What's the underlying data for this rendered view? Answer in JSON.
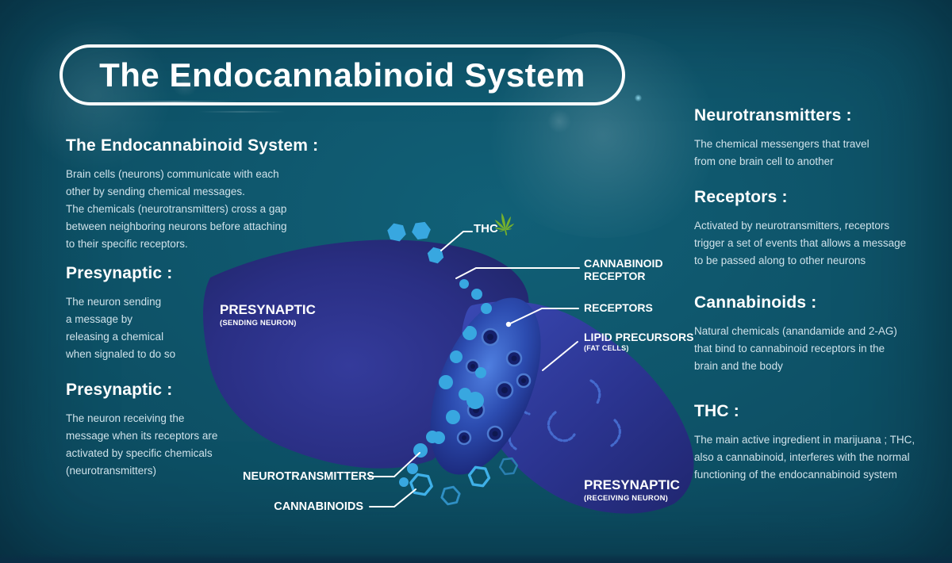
{
  "title": "The Endocannabinoid System",
  "left_column": {
    "sections": [
      {
        "heading": "The Endocannabinoid System :",
        "lines": [
          "Brain cells (neurons) communicate with each",
          "other by sending chemical messages.",
          "The chemicals (neurotransmitters) cross a gap",
          "between neighboring neurons before attaching",
          "to their specific receptors."
        ]
      },
      {
        "heading": "Presynaptic :",
        "lines": [
          "The neuron sending",
          "a message by",
          "releasing a chemical",
          "when signaled to do so"
        ]
      },
      {
        "heading": "Presynaptic :",
        "lines": [
          "The neuron  receiving the",
          "message when its receptors are",
          "activated by specific chemicals",
          "(neurotransmitters)"
        ]
      }
    ]
  },
  "right_column": {
    "sections": [
      {
        "heading": "Neurotransmitters :",
        "lines": [
          "The chemical messengers that travel",
          "from one brain cell to another"
        ]
      },
      {
        "heading": "Receptors :",
        "lines": [
          "Activated by neurotransmitters, receptors",
          "trigger a set of events that allows a message",
          "to be passed along to other neurons"
        ]
      },
      {
        "heading": "Cannabinoids :",
        "lines": [
          "Natural chemicals (anandamide and 2-AG)",
          "that bind to cannabinoid receptors in the",
          "brain and the body"
        ]
      },
      {
        "heading": "THC :",
        "lines": [
          "The main active ingredient in marijuana ; THC,",
          "also a cannabinoid, interferes with the normal",
          "functioning of the endocannabinoid system"
        ]
      }
    ]
  },
  "diagram": {
    "labels": {
      "thc": "THC",
      "cannabinoid_receptor_line1": "CANNABINOID",
      "cannabinoid_receptor_line2": "RECEPTOR",
      "receptors": "RECEPTORS",
      "lipid_precursors": "LIPID PRECURSORS",
      "lipid_precursors_sub": "(FAT CELLS)",
      "neurotransmitters": "NEUROTRANSMITTERS",
      "cannabinoids": "CANNABINOIDS",
      "presynaptic_sending": "PRESYNAPTIC",
      "presynaptic_sending_sub": "(SENDING NEURON)",
      "presynaptic_receiving": "PRESYNAPTIC",
      "presynaptic_receiving_sub": "(RECEIVING NEURON)"
    },
    "icons": {
      "thc_leaf": "cannabis-leaf-icon"
    }
  },
  "colors": {
    "background_teal": "#0d4f64",
    "neuron_navy": "#272c78",
    "synapse_blue": "#2f55b5",
    "molecule_blue": "#38a7e0",
    "squiggle_blue": "#4a74d8",
    "leaf_green": "#76b12c",
    "heading_text": "#ffffff",
    "body_text": "#cfe2ea"
  }
}
